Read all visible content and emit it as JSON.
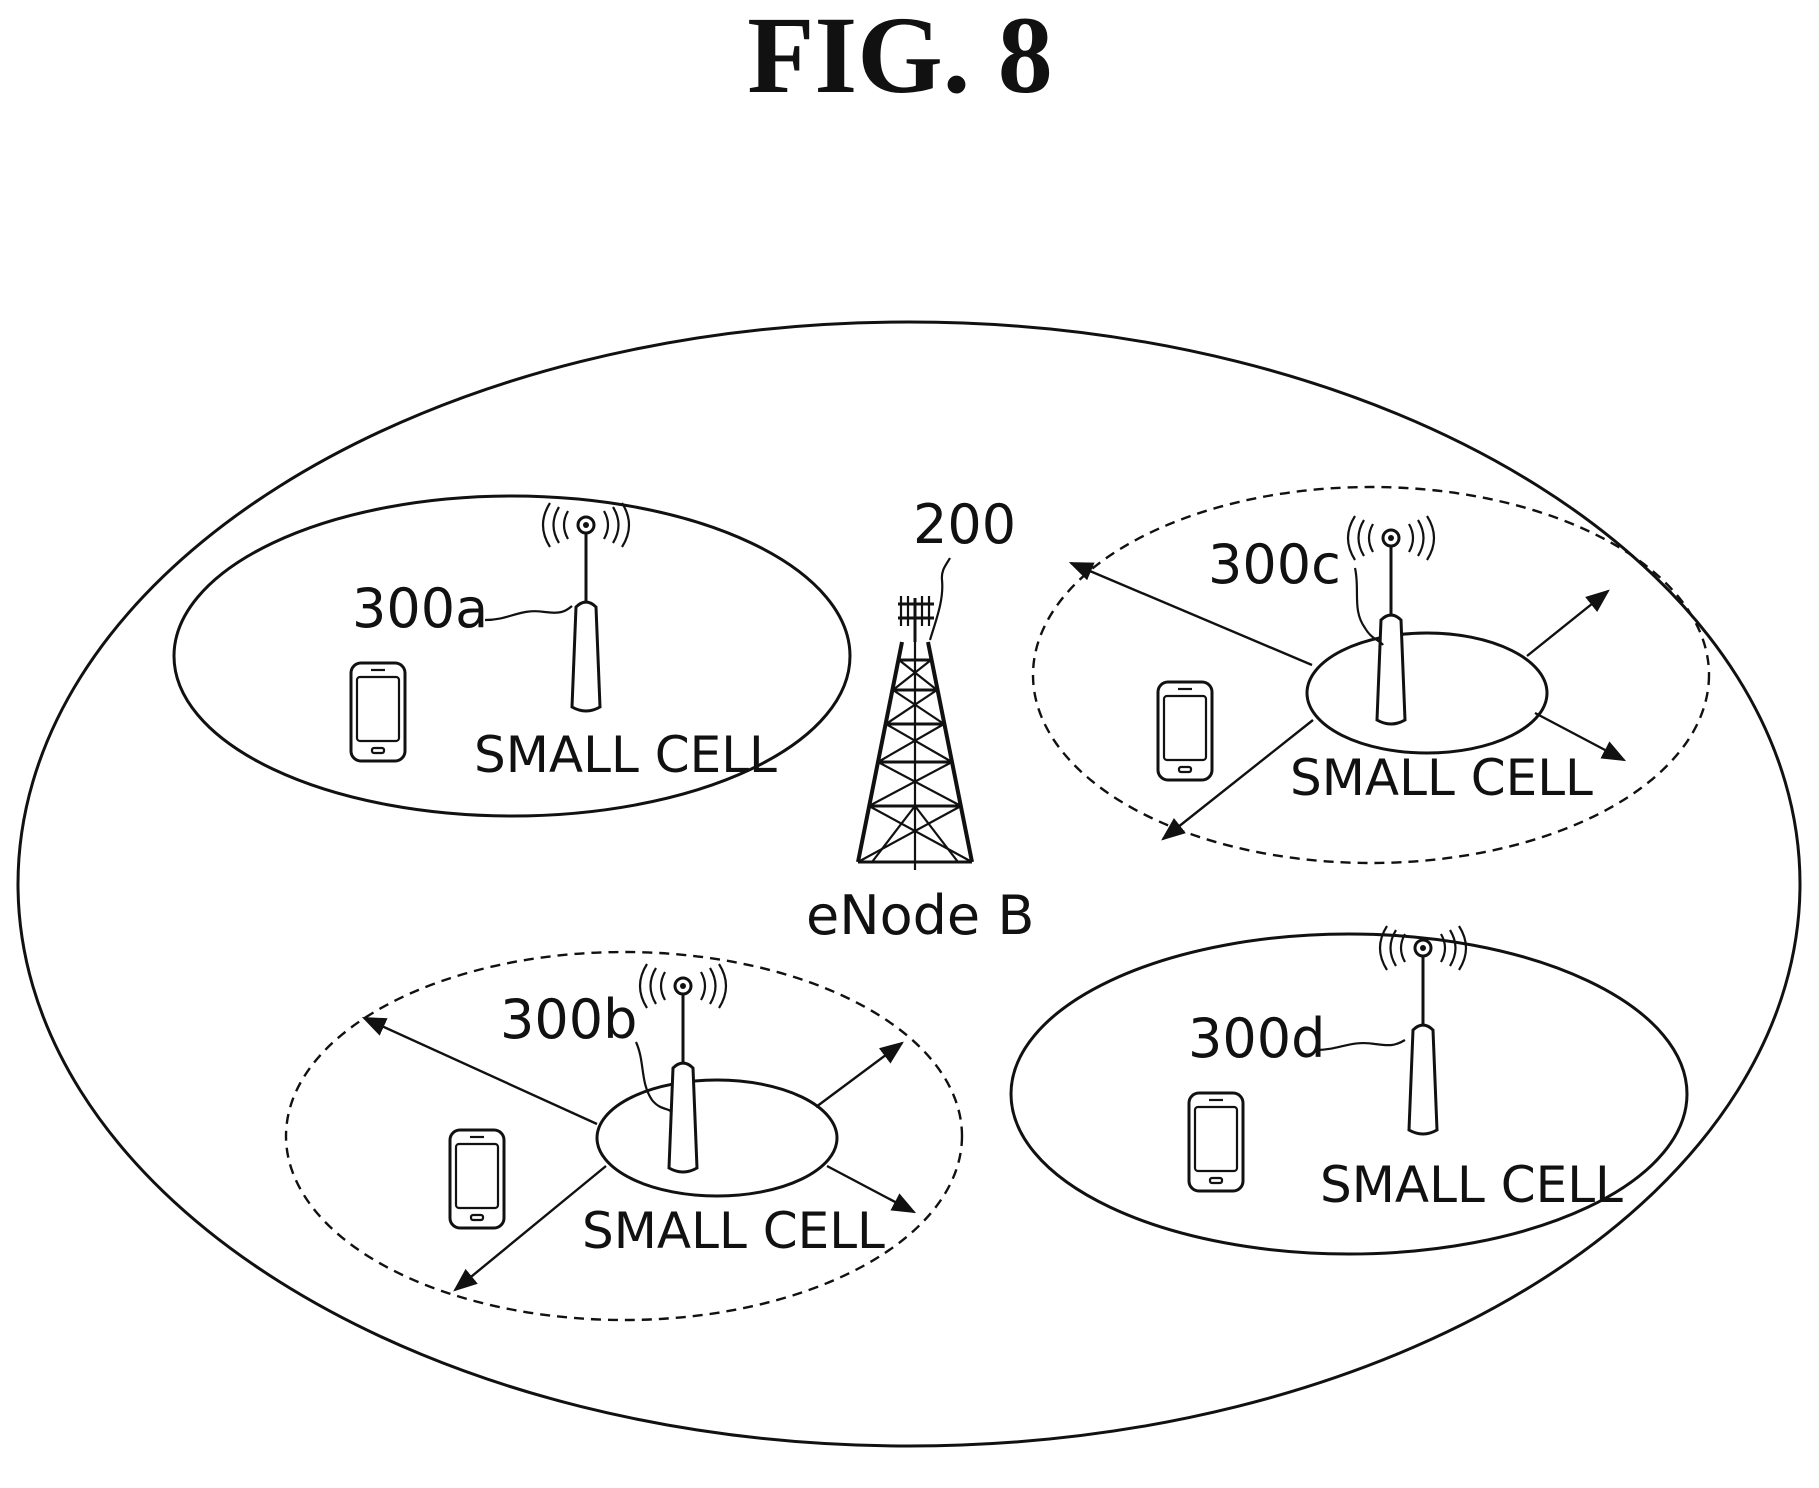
{
  "figure": {
    "title": "FIG. 8"
  },
  "macro_cell": {
    "ref": "200",
    "label": "eNode B",
    "tower_icon": "cell-tower-icon"
  },
  "small_cells": [
    {
      "ref": "300a",
      "label": "SMALL CELL",
      "expanded": false
    },
    {
      "ref": "300b",
      "label": "SMALL CELL",
      "expanded": true
    },
    {
      "ref": "300c",
      "label": "SMALL CELL",
      "expanded": true
    },
    {
      "ref": "300d",
      "label": "SMALL CELL",
      "expanded": false
    }
  ]
}
